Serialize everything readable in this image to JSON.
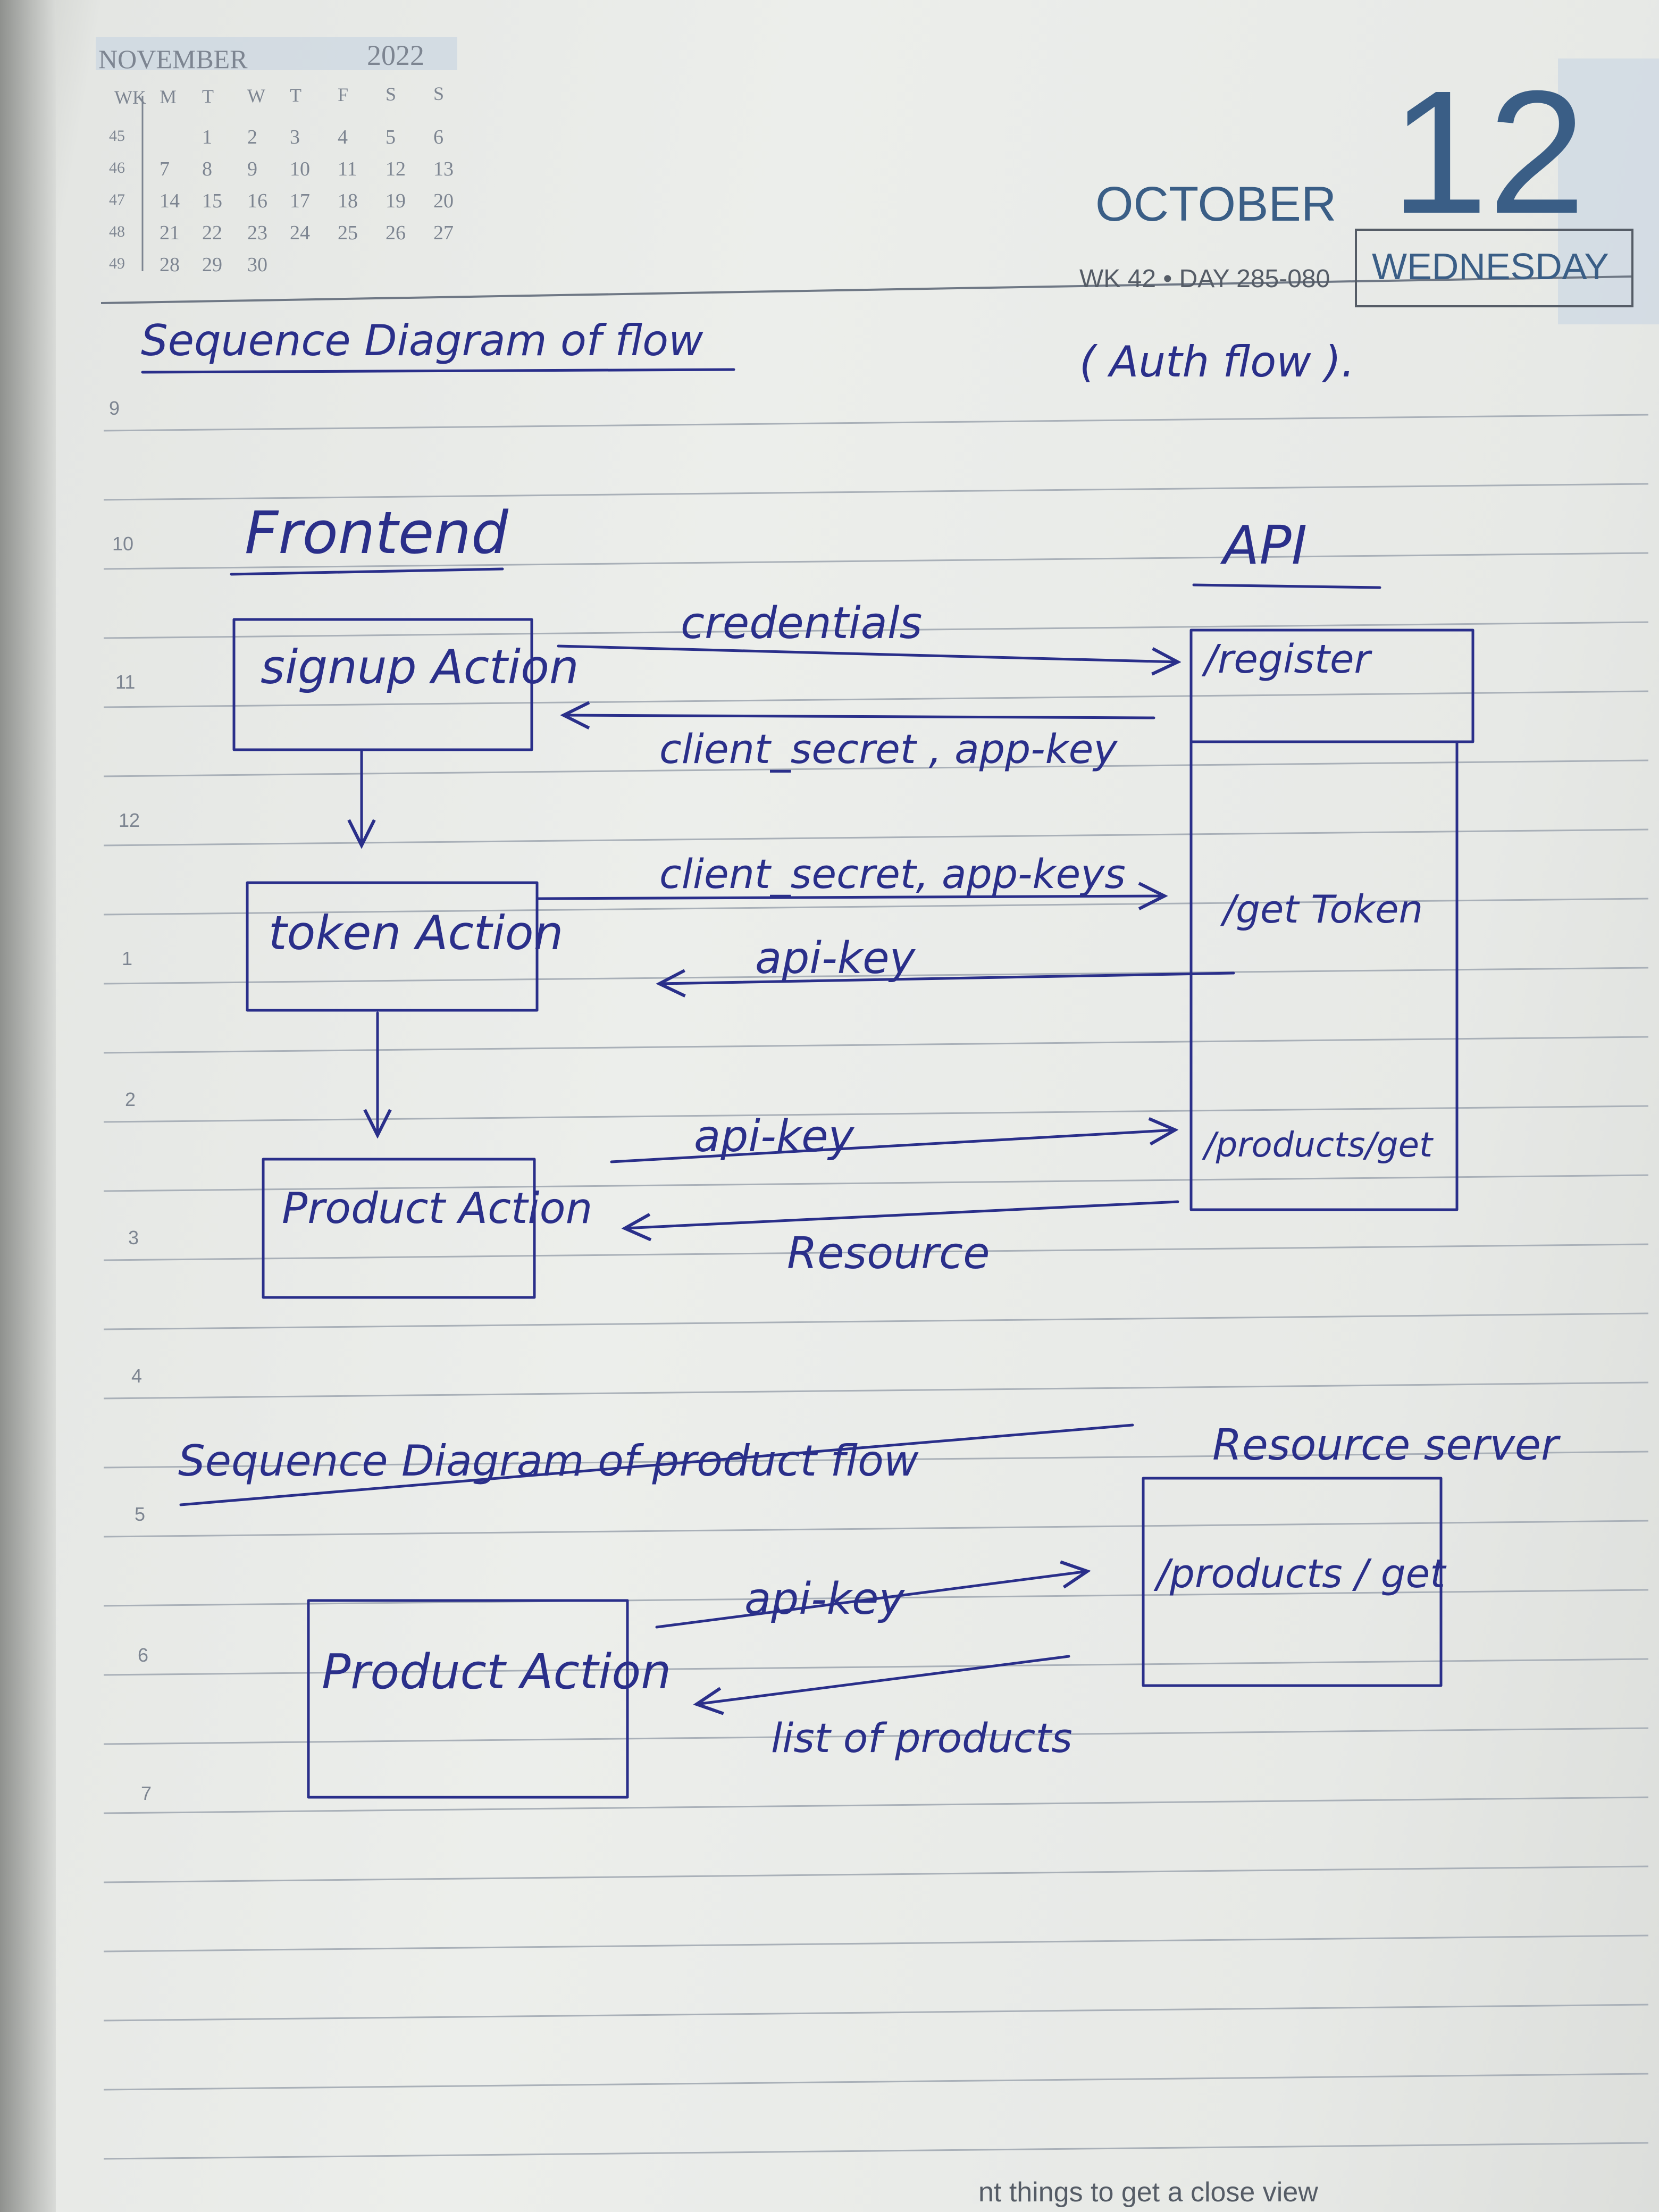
{
  "calendar": {
    "month": "NOVEMBER",
    "year": "2022",
    "header": [
      "WK",
      "M",
      "T",
      "W",
      "T",
      "F",
      "S",
      "S"
    ],
    "weeks": [
      {
        "wk": "45",
        "days": [
          "",
          "1",
          "2",
          "3",
          "4",
          "5",
          "6"
        ]
      },
      {
        "wk": "46",
        "days": [
          "7",
          "8",
          "9",
          "10",
          "11",
          "12",
          "13"
        ]
      },
      {
        "wk": "47",
        "days": [
          "14",
          "15",
          "16",
          "17",
          "18",
          "19",
          "20"
        ]
      },
      {
        "wk": "48",
        "days": [
          "21",
          "22",
          "23",
          "24",
          "25",
          "26",
          "27"
        ]
      },
      {
        "wk": "49",
        "days": [
          "28",
          "29",
          "30",
          "",
          "",
          "",
          ""
        ]
      }
    ]
  },
  "date": {
    "month": "OCTOBER",
    "day": "12",
    "weekday": "WEDNESDAY",
    "week_info": "WK 42 • DAY 285-080"
  },
  "hour_marks": [
    "9",
    "10",
    "11",
    "12",
    "1",
    "2",
    "3",
    "4",
    "5",
    "6",
    "7"
  ],
  "auth_diagram": {
    "title": "Sequence Diagram of flow",
    "title_suffix": "( Auth flow ).",
    "frontend_heading": "Frontend",
    "api_heading": "API",
    "actions": [
      "signup Action",
      "token Action",
      "Product Action"
    ],
    "endpoints": [
      "/register",
      "/get Token",
      "/products/get"
    ],
    "messages": [
      {
        "label": "credentials",
        "direction": "to-api"
      },
      {
        "label": "client_secret , app-key",
        "direction": "to-frontend"
      },
      {
        "label": "client_secret, app-keys",
        "direction": "to-api"
      },
      {
        "label": "api-key",
        "direction": "to-frontend"
      },
      {
        "label": "api-key",
        "direction": "to-api"
      },
      {
        "label": "Resource",
        "direction": "to-frontend"
      }
    ]
  },
  "product_diagram": {
    "title": "Sequence Diagram of product flow",
    "server_heading": "Resource server",
    "action": "Product Action",
    "endpoint": "/products / get",
    "messages": [
      {
        "label": "api-key",
        "direction": "to-server"
      },
      {
        "label": "list of products",
        "direction": "to-frontend"
      }
    ]
  },
  "footer_text": "nt things to get a close view"
}
